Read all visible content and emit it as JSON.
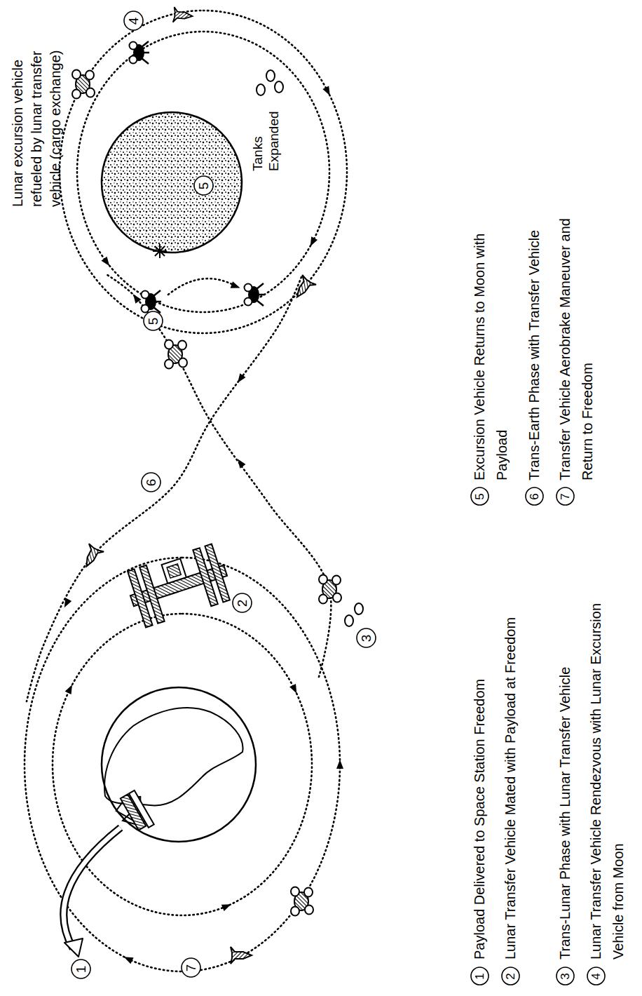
{
  "diagram": {
    "nodes": [
      {
        "text": [
          "1"
        ]
      },
      {
        "text": [
          "2"
        ]
      },
      {
        "text": [
          "3"
        ]
      },
      {
        "text": [
          "4"
        ]
      },
      {
        "text": [
          "5"
        ]
      },
      {
        "text": [
          "5"
        ]
      },
      {
        "text": [
          "6"
        ]
      },
      {
        "text": [
          "7"
        ]
      },
      {
        "text": [
          "1"
        ]
      },
      {
        "text": [
          "2"
        ]
      },
      {
        "text": [
          "3"
        ]
      },
      {
        "text": [
          "4"
        ]
      },
      {
        "text": [
          "5"
        ]
      },
      {
        "text": [
          "6"
        ]
      },
      {
        "text": [
          "7"
        ]
      }
    ],
    "labels": [
      "Lunar excursion vehicle refueled by lunar transfer vehicle (cargo exchange)",
      "Tanks Expanded",
      "Payload Delivered to Space Station Freedom",
      "Lunar Transfer Vehicle Mated with Payload at Freedom",
      "Trans-Lunar Phase with Lunar Transfer Vehicle",
      "Lunar Transfer Vehicle Rendezvous with Lunar Excursion Vehicle from Moon",
      "Excursion Vehicle Returns to Moon with Payload",
      "Trans-Earth Phase with Transfer Vehicle",
      "Transfer Vehicle Aerobrake Maneuver and Return to Freedom"
    ]
  }
}
